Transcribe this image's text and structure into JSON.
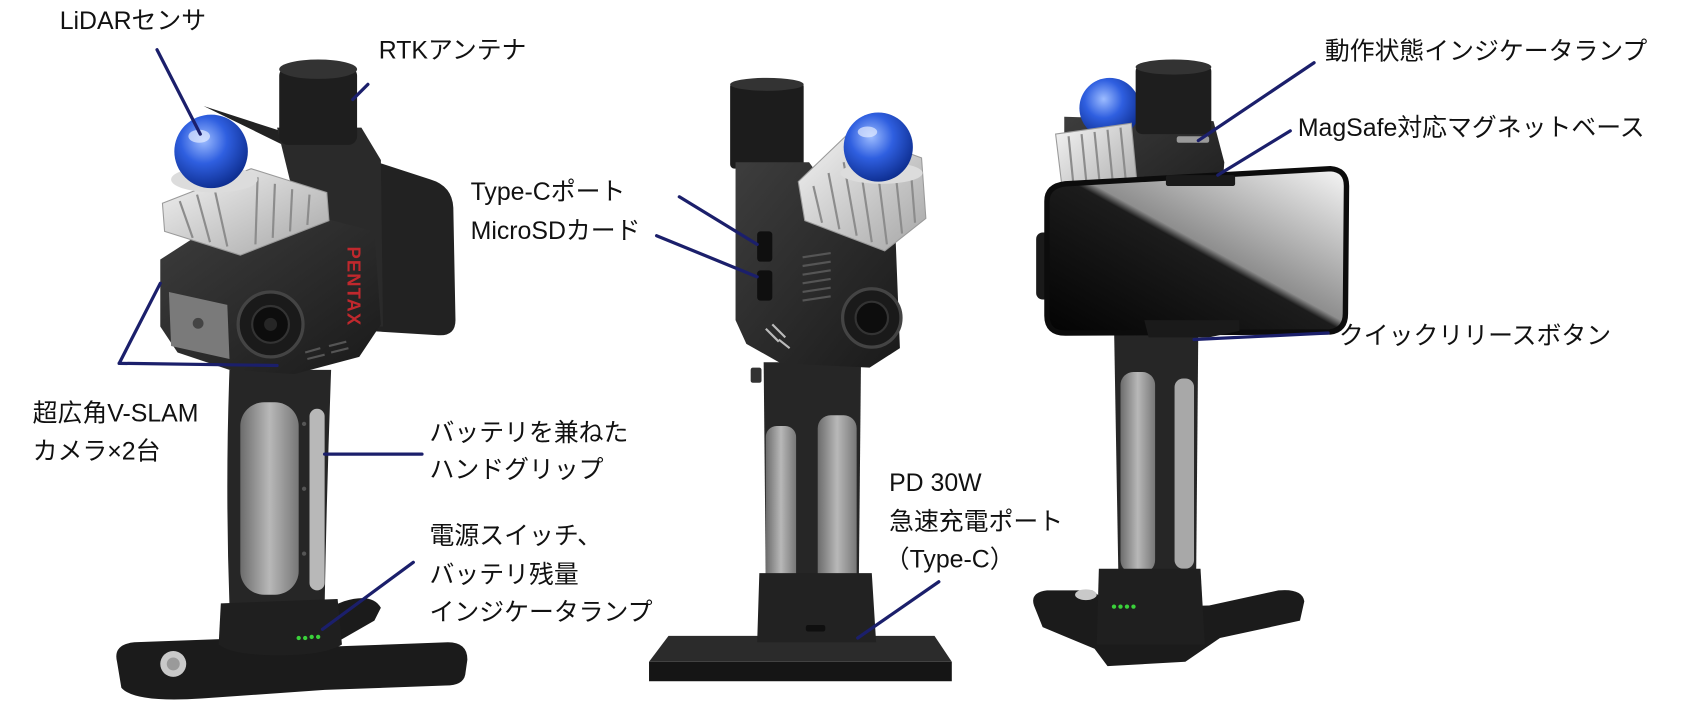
{
  "labels": {
    "lidar_sensor": "LiDARセンサ",
    "rtk_antenna": "RTKアンテナ",
    "type_c_port": "Type-Cポート",
    "microsd_card": "MicroSDカード",
    "vslam_camera": [
      "超広角V-SLAM",
      "カメラ×2台"
    ],
    "battery_grip": [
      "バッテリを兼ねた",
      "ハンドグリップ"
    ],
    "power_switch": [
      "電源スイッチ、",
      "バッテリ残量",
      "インジケータランプ"
    ],
    "fast_charge_port": [
      "PD 30W",
      "急速充電ポート",
      "（Type-C）"
    ],
    "status_lamp": "動作状態インジケータランプ",
    "magsafe_base": "MagSafe対応マグネットベース",
    "quick_release_button": "クイックリリースボタン"
  },
  "brand_logo": "PENTAX",
  "colors": {
    "leader_line": "#1b1f6b",
    "body": "#262626",
    "grip": "#9a9a9a",
    "lidar_dome": "#2f5fe0",
    "heatsink": "#d0d0d0",
    "logo": "#c0282d",
    "led": "#3ad13a"
  }
}
